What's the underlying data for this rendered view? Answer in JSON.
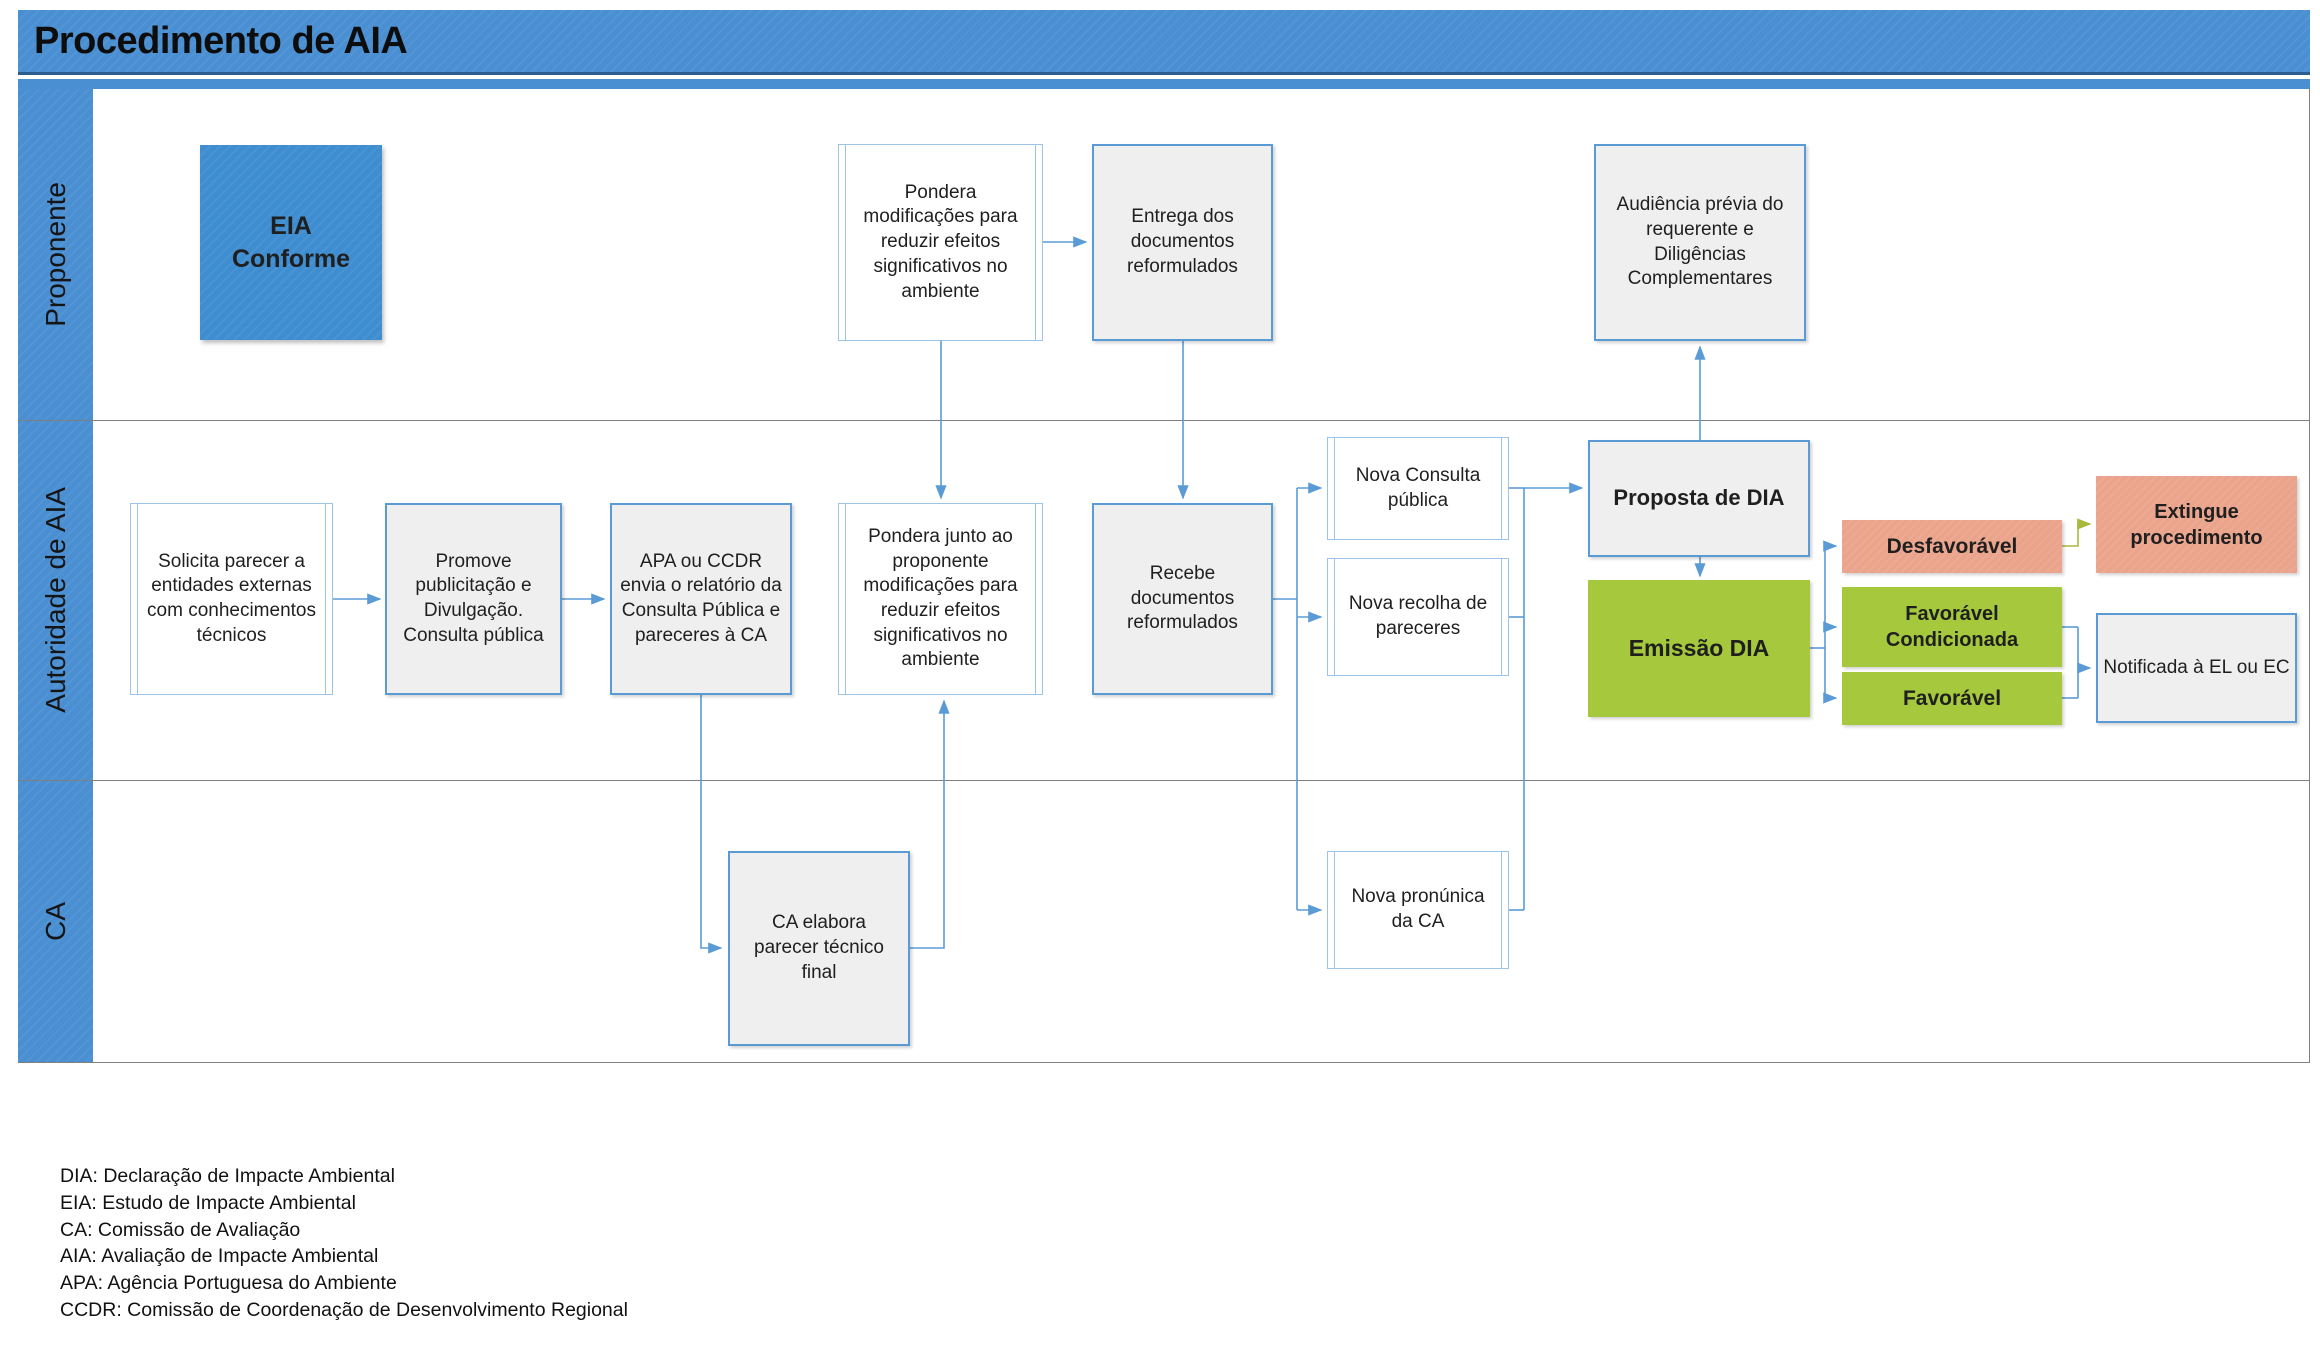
{
  "title": "Procedimento de AIA",
  "lanes": [
    "Proponente",
    "Autoridade de AIA",
    "CA"
  ],
  "nodes": {
    "eia": "EIA\nConforme",
    "pondera_mod": "Pondera modificações para reduzir efeitos significativos no ambiente",
    "entrega": "Entrega dos documentos reformulados",
    "audiencia": "Audiência prévia do requerente e Diligências Complementares",
    "solicita": "Solicita parecer a entidades externas com conhecimentos técnicos",
    "promove": "Promove publicitação e Divulgação. Consulta pública",
    "apa": "APA ou CCDR envia o relatório da Consulta Pública e pareceres à CA",
    "pondera_junto": "Pondera junto ao proponente modificações para reduzir efeitos significativos no ambiente",
    "recebe": "Recebe documentos reformulados",
    "nova_consulta": "Nova Consulta pública",
    "nova_recolha": "Nova recolha de pareceres",
    "proposta": "Proposta de DIA",
    "emissao": "Emissão DIA",
    "desfavoravel": "Desfavorável",
    "fav_cond": "Favorável Condicionada",
    "favoravel": "Favorável",
    "extingue": "Extingue procedimento",
    "notificada": "Notificada à EL ou EC",
    "ca_elabora": "CA elabora parecer técnico final",
    "nova_pronuncia": "Nova pronúnica da CA"
  },
  "legend": [
    "DIA: Declaração de Impacte Ambiental",
    "EIA: Estudo de Impacte Ambiental",
    "CA: Comissão de Avaliação",
    "AIA: Avaliação de Impacte Ambiental",
    "APA: Agência Portuguesa do Ambiente",
    "CCDR: Comissão de Coordenação de Desenvolvimento Regional"
  ],
  "colors": {
    "lane_blue": "#4a8fd2",
    "box_border_blue": "#5b9bd5",
    "predef_border_blue": "#9dc3e6",
    "green": "#a5c83c",
    "salmon": "#eba48c",
    "gray_fill": "#efefef",
    "connector_blue": "#5b9bd5",
    "connector_olive": "#aab83c"
  }
}
